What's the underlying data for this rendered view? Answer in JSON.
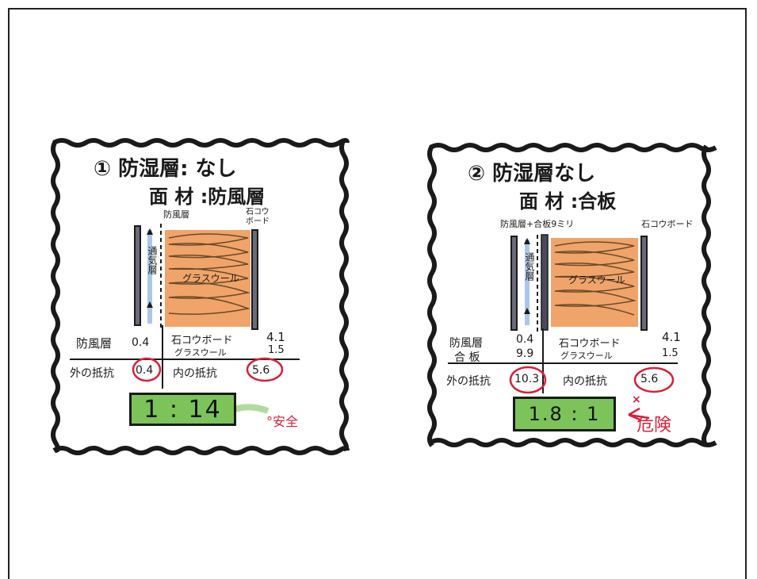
{
  "panel1": {
    "title": "① 防湿層: なし",
    "subtitle": "面 材 :防風層",
    "label_left": "防風層",
    "label_right": "石コウ\nボード",
    "vent_label": [
      "通",
      "気",
      "層"
    ],
    "insulation": "グラスウール",
    "left_layer_name": "防風層",
    "left_layer_value": "0.4",
    "right_layer_name1": "石コウボード",
    "right_layer_value1": "4.1",
    "right_layer_name2": "グラスウール",
    "right_layer_value2": "1.5",
    "outer_label": "外の抵抗",
    "outer_value": "0.4",
    "inner_label": "内の抵抗",
    "inner_value": "5.6",
    "ratio": "1 : 14",
    "verdict": "°安全"
  },
  "panel2": {
    "title": "② 防湿層なし",
    "subtitle": "面 材 :合板",
    "label_left": "防風層+合板9ミリ",
    "label_right": "石コウボード",
    "vent_label": [
      "通",
      "気",
      "層"
    ],
    "insulation": "グラスウール",
    "left_layer_name1": "防風層",
    "left_layer_value1": "0.4",
    "left_layer_name2": "合 板",
    "left_layer_value2": "9.9",
    "right_layer_name1": "石コウボード",
    "right_layer_value1": "4.1",
    "right_layer_name2": "グラスウール",
    "right_layer_value2": "1.5",
    "outer_label": "外の抵抗",
    "outer_value": "10.3",
    "inner_label": "内の抵抗",
    "inner_value": "5.6",
    "ratio": "1.8 : 1",
    "verdict": "危険",
    "verdict_mark": "×"
  },
  "colors": {
    "insulation": "#f0a469",
    "ratio_box": "#7cc35a",
    "vent_blue": "#5a8fd6",
    "red": "#d9213a"
  }
}
